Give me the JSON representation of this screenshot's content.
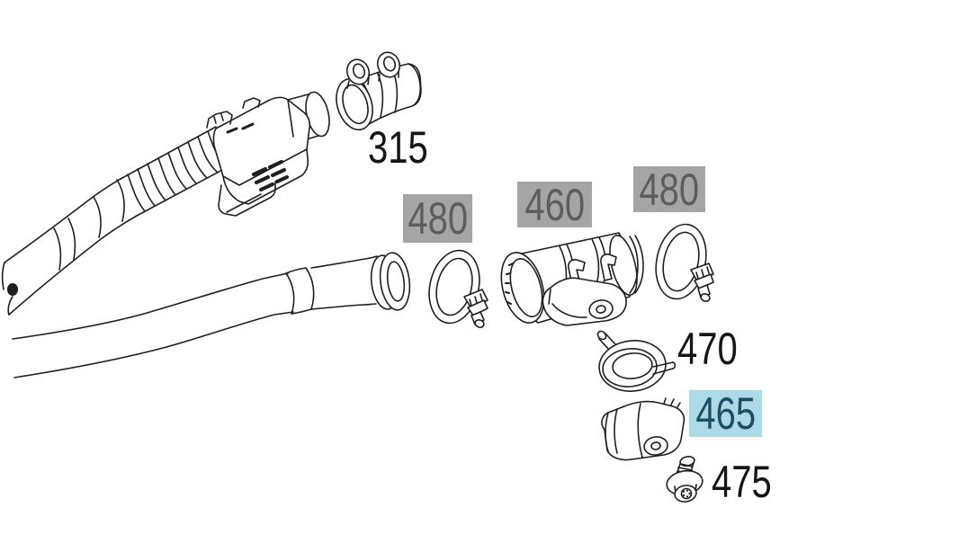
{
  "page": {
    "type": "exhaust-system-exploded-parts-diagram",
    "background": "#ffffff"
  },
  "colors": {
    "line_color": "#1f1f1f",
    "callout_plain_text": "#151515",
    "callout_dimmed_bg": "#a5a5a5",
    "callout_dimmed_text": "#5d5d5d",
    "callout_selected_bg": "#aed9e6",
    "callout_selected_text": "#1b4f63"
  },
  "callouts": [
    {
      "label": "315",
      "style": "plain",
      "part_drawing": "twin-clamp-coupling-sleeve"
    },
    {
      "label": "480",
      "style": "dimmed",
      "part_drawing": "v-band-clamp-front"
    },
    {
      "label": "460",
      "style": "dimmed",
      "part_drawing": "center-muffler-with-flap"
    },
    {
      "label": "480",
      "style": "dimmed",
      "part_drawing": "v-band-clamp-rear"
    },
    {
      "label": "470",
      "style": "plain",
      "part_drawing": "torsion-spring"
    },
    {
      "label": "465",
      "style": "selected",
      "part_drawing": "exhaust-flap-actuator"
    },
    {
      "label": "475",
      "style": "plain",
      "part_drawing": "torx-screw"
    }
  ],
  "parts_illustrated": [
    "front-pipe-with-catalytic-converter",
    "twin-clamp-coupling-sleeve",
    "rear-exhaust-pipe-with-flange",
    "v-band-clamp-front",
    "center-muffler-with-flap",
    "v-band-clamp-rear",
    "torsion-spring",
    "exhaust-flap-actuator",
    "torx-screw"
  ]
}
